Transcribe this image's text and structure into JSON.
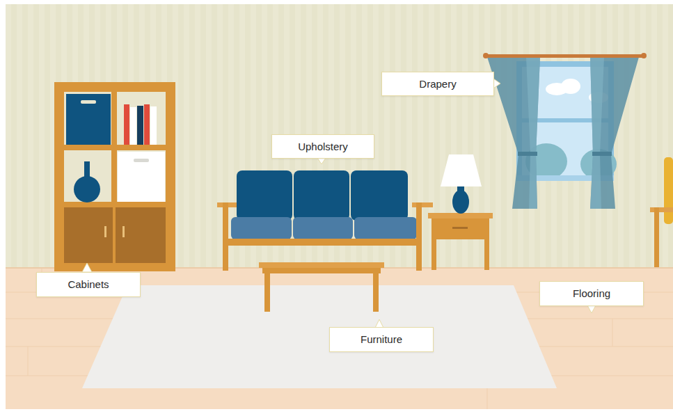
{
  "diagram": {
    "nodes": [
      {
        "text": [
          "Drapery"
        ]
      },
      {
        "text": [
          "Upholstery"
        ]
      },
      {
        "text": [
          "Cabinets"
        ]
      },
      {
        "text": [
          "Flooring"
        ]
      },
      {
        "text": [
          "Furniture"
        ]
      }
    ]
  }
}
